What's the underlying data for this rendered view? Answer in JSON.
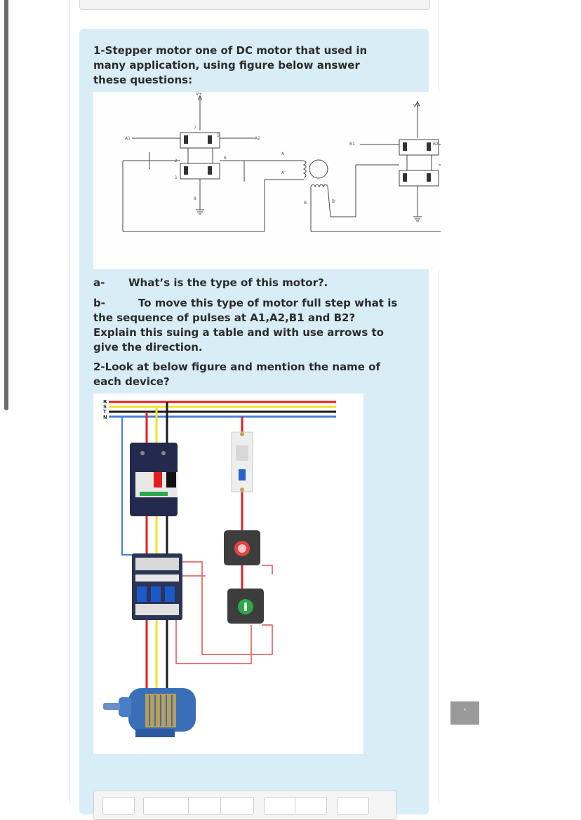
{
  "previous": {
    "text": ""
  },
  "question": {
    "q1_text": "1-Stepper motor one of DC motor that used in many application,  using figure below answer these questions:",
    "qa_label": "a-",
    "qa_text": "What’s is the type of this motor?.",
    "qb_label": "b-",
    "qb_text_first": "To move this type of motor full step  what",
    "qb_text_rest": "is the sequence of pulses at A1,A2,B1 and B2? Explain this suing a table and with use arrows to give the direction.",
    "q2_text": "2-Look at below figure and mention the name of each device?"
  },
  "figure1": {
    "labels": {
      "vplus": "V+",
      "a1": "A1",
      "a2": "A2",
      "b1": "B1",
      "b2": "B2",
      "a": "A",
      "a_prime": "A'",
      "b": "B",
      "b_prime": "B'",
      "gate_1": "1",
      "gate_2": "2",
      "gate_5": "5",
      "gate_6": "6",
      "gate_7": "7",
      "gate_8": "8"
    }
  },
  "figure2": {
    "labels": {
      "r": "R",
      "s": "S",
      "t": "T",
      "n": "N"
    },
    "colors": {
      "r": "#e02020",
      "s": "#f2e32a",
      "t": "#1a1a1a",
      "n": "#4a7fd6",
      "breaker_body": "#232a4d",
      "motor": "#3a6fb8"
    }
  },
  "scroll_top": {
    "icon": "chevron-up-icon",
    "glyph": "˄"
  },
  "answer_toolbar": {
    "buttons": [
      "",
      "",
      "",
      "",
      "",
      "",
      "",
      ""
    ]
  }
}
